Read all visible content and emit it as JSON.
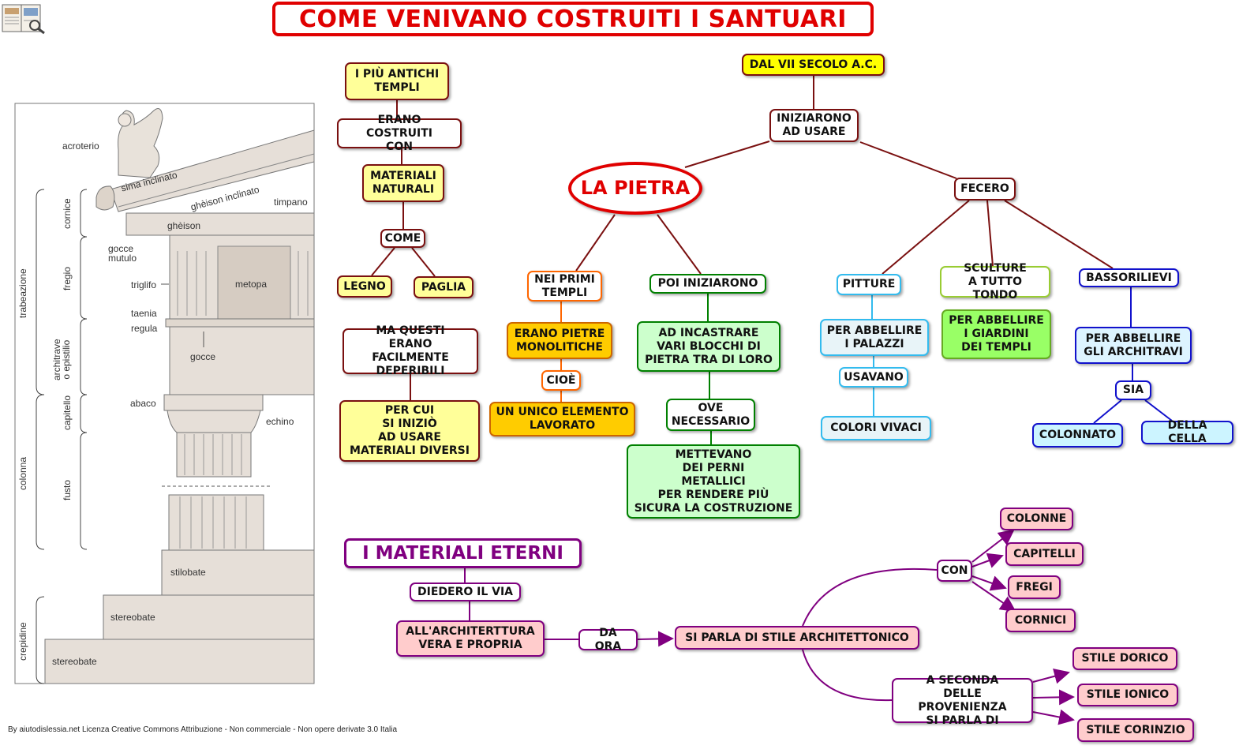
{
  "title": "COME VENIVANO COSTRUITI I SANTUARI",
  "footer": "By aiutodislessia.net Licenza Creative Commons Attribuzione - Non commerciale - Non opere derivate 3.0 Italia",
  "colors": {
    "title": "#e00000",
    "darkred": "#7a1010",
    "purple": "#800080",
    "yellow": "#ffff99",
    "green": "#ccffcc",
    "pink": "#ffcccc"
  },
  "arch": {
    "labels": {
      "acroterio": "acroterio",
      "sima": "sima inclinato",
      "gheison_incl": "ghèison inclinato",
      "timpano": "timpano",
      "gheison": "ghèison",
      "gocce_mutulo": "gocce\nmutulo",
      "triglifo": "triglifo",
      "metopa": "metopa",
      "taenia": "taenia",
      "regula": "regula",
      "gocce": "gocce",
      "abaco": "abaco",
      "echino": "echino",
      "stilobate": "stilobate",
      "stereobate1": "stereobate",
      "stereobate2": "stereobate"
    },
    "side": {
      "cornice": "cornice",
      "fregio": "fregio",
      "architrave": "architrave\no epistilio",
      "capitello": "capitello",
      "fusto": "fusto",
      "trabeazione": "trabeazione",
      "colonna": "colonna",
      "crepidine": "crepidine"
    }
  },
  "nodes": {
    "antichi": "I PIÙ ANTICHI\nTEMPLI",
    "erano_costruiti": "ERANO COSTRUITI\nCON",
    "materiali_naturali": "MATERIALI\nNATURALI",
    "come": "COME",
    "legno": "LEGNO",
    "paglia": "PAGLIA",
    "ma_questi": "MA QUESTI\nERANO FACILMENTE\nDEPERIBILI",
    "per_cui": "PER CUI\nSI INIZIÒ\nAD USARE\nMATERIALI DIVERSI",
    "dal_vii": "DAL VII SECOLO A.C.",
    "iniziarono": "INIZIARONO\nAD USARE",
    "la_pietra": "LA PIETRA",
    "fecero": "FECERO",
    "nei_primi": "NEI PRIMI\nTEMPLI",
    "erano_pietre": "ERANO PIETRE\nMONOLITICHE",
    "cioe": "CIOÈ",
    "unico": "UN UNICO ELEMENTO\nLAVORATO",
    "poi_iniziarono": "POI INIZIARONO",
    "ad_incastrare": "AD INCASTRARE\nVARI BLOCCHI DI\nPIETRA TRA DI LORO",
    "ove": "OVE\nNECESSARIO",
    "mettevano": "METTEVANO\nDEI PERNI\nMETALLICI\nPER RENDERE PIÙ\nSICURA LA COSTRUZIONE",
    "pitture": "PITTURE",
    "abbellire_palazzi": "PER ABBELLIRE\nI PALAZZI",
    "usavano": "USAVANO",
    "colori": "COLORI VIVACI",
    "sculture": "SCULTURE\nA TUTTO TONDO",
    "abbellire_giardini": "PER ABBELLIRE\nI GIARDINI\nDEI TEMPLI",
    "bassorilievi": "BASSORILIEVI",
    "abbellire_architravi": "PER ABBELLIRE\nGLI ARCHITRAVI",
    "sia": "SIA",
    "colonnato": "COLONNATO",
    "della_cella": "DELLA CELLA",
    "materiali_eterni": "I MATERIALI ETERNI",
    "diedero": "DIEDERO IL VIA",
    "architerttura": "ALL'ARCHITERTTURA\nVERA E PROPRIA",
    "da_ora": "DA ORA",
    "si_parla": "SI PARLA DI STILE ARCHITETTONICO",
    "con": "CON",
    "colonne": "COLONNE",
    "capitelli": "CAPITELLI",
    "fregi": "FREGI",
    "cornici": "CORNICI",
    "a_seconda": "A SECONDA\nDELLE PROVENIENZA\nSI PARLA DI",
    "dorico": "STILE DORICO",
    "ionico": "STILE IONICO",
    "corinzio": "STILE CORINZIO"
  }
}
